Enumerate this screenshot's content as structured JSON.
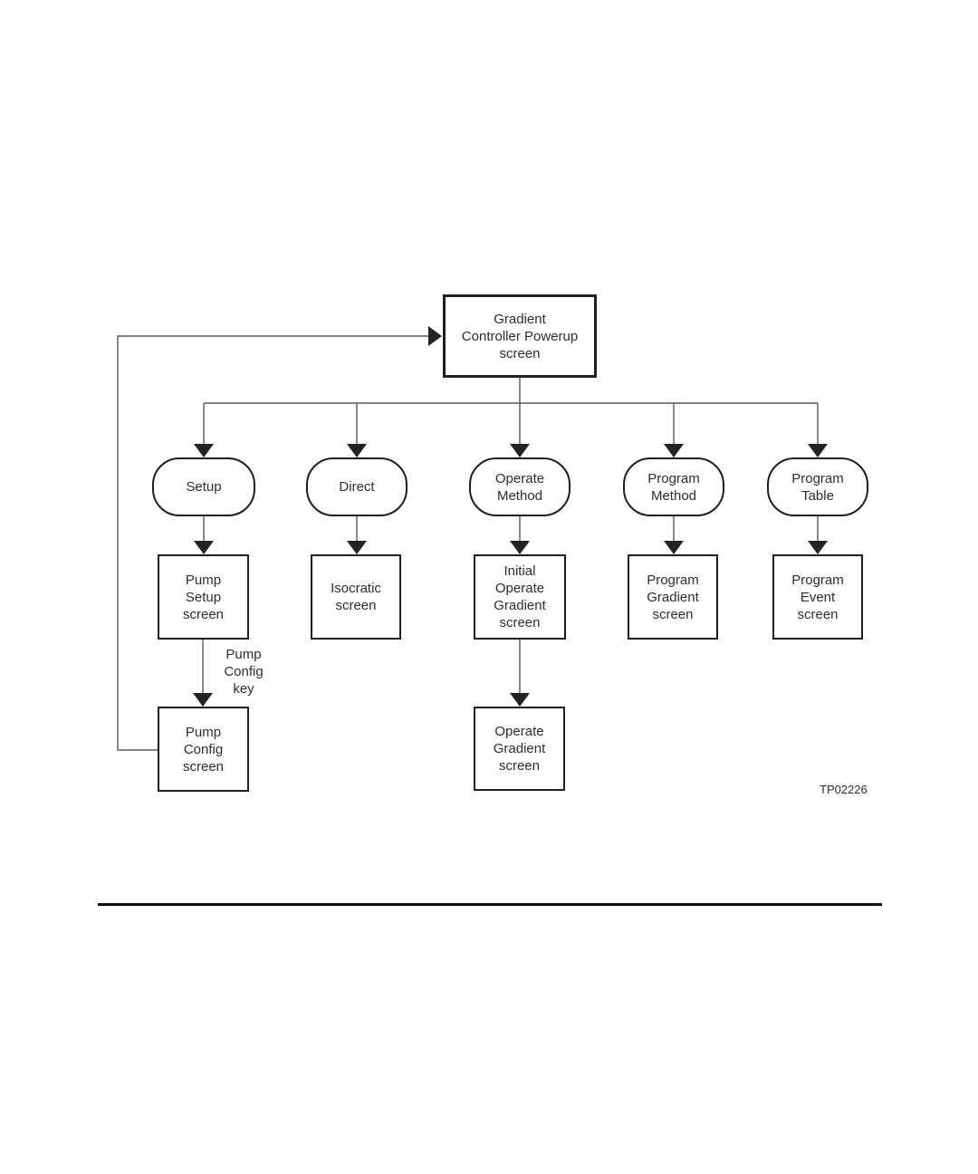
{
  "figure": {
    "code": "TP02226"
  },
  "nodes": {
    "root": "Gradient\nController Powerup\nscreen",
    "setup": "Setup",
    "direct": "Direct",
    "operate_method": "Operate\nMethod",
    "program_method": "Program\nMethod",
    "program_table": "Program\nTable",
    "pump_setup": "Pump\nSetup\nscreen",
    "isocratic": "Isocratic\nscreen",
    "initial_operate_gradient": "Initial\nOperate\nGradient\nscreen",
    "program_gradient": "Program\nGradient\nscreen",
    "program_event": "Program\nEvent\nscreen",
    "pump_config": "Pump\nConfig\nscreen",
    "operate_gradient": "Operate\nGradient\nscreen",
    "pump_config_key": "Pump\nConfig\nkey"
  }
}
